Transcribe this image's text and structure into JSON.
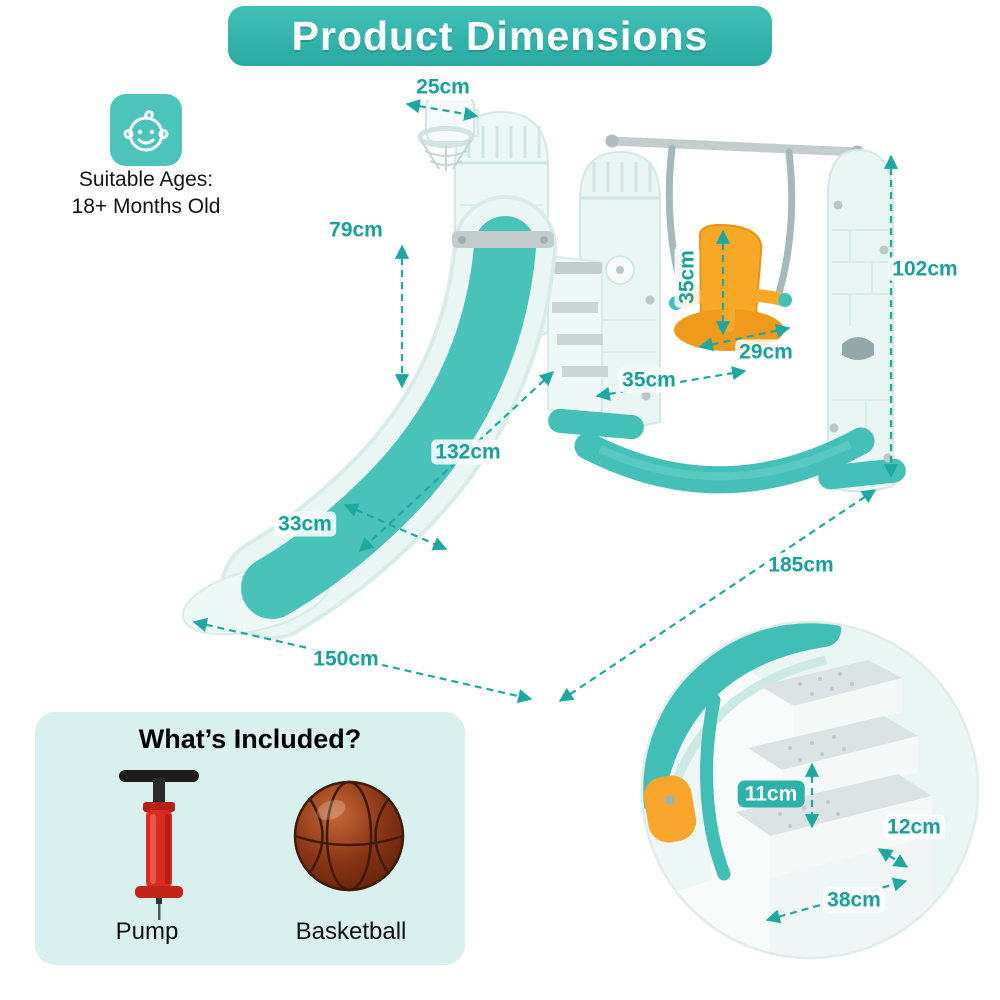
{
  "header": {
    "title": "Product Dimensions"
  },
  "age_badge": {
    "line1": "Suitable Ages:",
    "line2": "18+ Months Old"
  },
  "dimensions": {
    "hoop": "25cm",
    "slide_height": "79cm",
    "seat_height": "35cm",
    "seat_front": "29cm",
    "seat_width": "35cm",
    "total_height": "102cm",
    "slide_length": "132cm",
    "slide_width": "33cm",
    "total_width": "150cm",
    "total_depth": "185cm",
    "step_height": "11cm",
    "step_depth": "12cm",
    "step_width": "38cm"
  },
  "included": {
    "title": "What’s Included?",
    "items": [
      {
        "label": "Pump"
      },
      {
        "label": "Basketball"
      }
    ]
  },
  "colors": {
    "teal_accent": "#2fb3ac",
    "label_teal": "#18a09a",
    "seat_orange": "#f7a62b",
    "panel_mint": "#e9f6f4",
    "included_bg": "#d9f1ee"
  }
}
